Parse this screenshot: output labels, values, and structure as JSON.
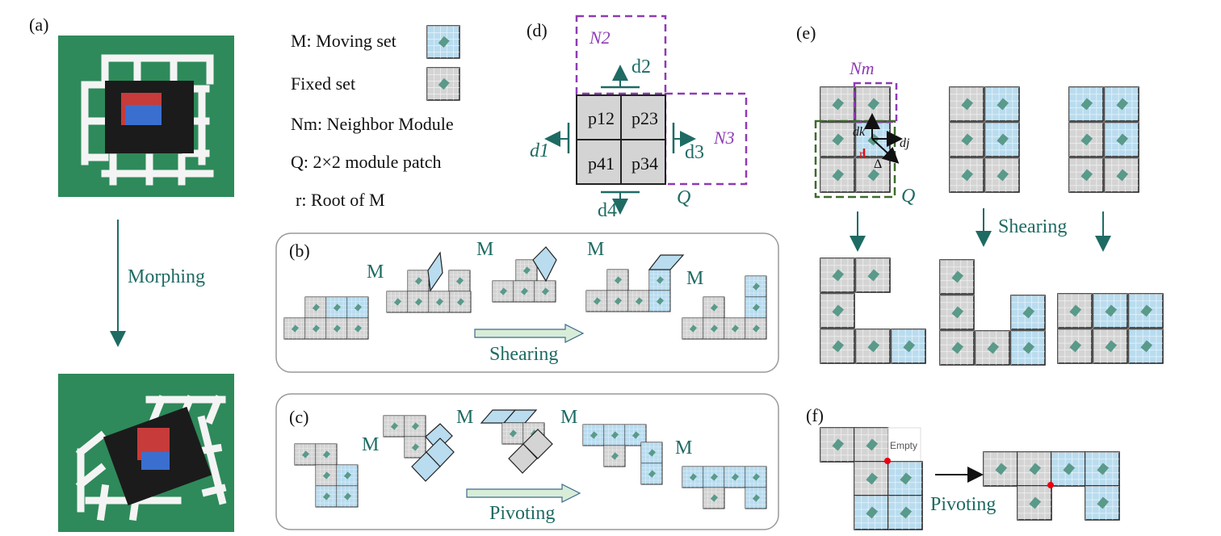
{
  "panel_labels": {
    "a": "(a)",
    "b": "(b)",
    "c": "(c)",
    "d": "(d)",
    "e": "(e)",
    "f": "(f)"
  },
  "legend": {
    "moving_set": "M: Moving set",
    "fixed_set": "Fixed set",
    "neighbor": "Nm: Neighbor Module",
    "patch": "Q: 2×2 module patch",
    "root": "r: Root of M"
  },
  "panel_a": {
    "arrow_label": "Morphing"
  },
  "panel_b": {
    "move_label": "M",
    "operation": "Shearing"
  },
  "panel_c": {
    "move_label": "M",
    "operation": "Pivoting"
  },
  "panel_d": {
    "cells": [
      "p12",
      "p23",
      "p41",
      "p34"
    ],
    "directions": [
      "d1",
      "d2",
      "d3",
      "d4"
    ],
    "neighbors": [
      "N2",
      "N3"
    ],
    "patch_label": "Q"
  },
  "panel_e": {
    "nm_label": "Nm",
    "q_label": "Q",
    "dk": "dk",
    "dj": "dj",
    "root": "r",
    "delta": "Δ",
    "operation": "Shearing"
  },
  "panel_f": {
    "empty_label": "Empty",
    "operation": "Pivoting"
  },
  "colors": {
    "moving": "#b9dcef",
    "fixed": "#d4d4d4",
    "teal": "#1e6b63",
    "purple": "#8e3bb5",
    "green_photo": "#2e8a5a"
  }
}
